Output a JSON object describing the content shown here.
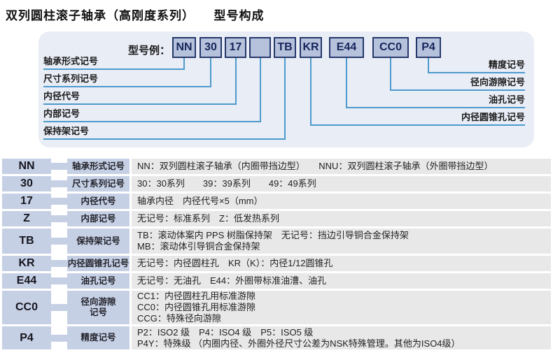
{
  "title": "双列圆柱滚子轴承（高刚度系列）　　型号构成",
  "diagram": {
    "example_label": "型号例：",
    "model_boxes": [
      "NN",
      "30",
      "17",
      "",
      "TB",
      "KR",
      "E44",
      "CC0",
      "P4"
    ],
    "left_callouts": [
      "轴承形式记号",
      "尺寸系列记号",
      "内径代号",
      "内部记号",
      "保持架记号"
    ],
    "right_callouts": [
      "精度记号",
      "径向游隙记号",
      "油孔记号",
      "内径圆锥孔记号"
    ]
  },
  "table": {
    "rows": [
      {
        "code": "NN",
        "label": "轴承形式记号",
        "desc": [
          "NN：双列圆柱滚子轴承（内圈带挡边型）　　NNU：双列圆柱滚子轴承（外圈带挡边型）"
        ]
      },
      {
        "code": "30",
        "label": "尺寸系列记号",
        "desc": [
          "30：30系列　　39：39系列　　49：49系列"
        ]
      },
      {
        "code": "17",
        "label": "内径代号",
        "desc": [
          "轴承内径　内径代号×5（mm）"
        ]
      },
      {
        "code": "Z",
        "label": "内部记号",
        "desc": [
          "无记号：标准系列　Z：低发热系列"
        ]
      },
      {
        "code": "TB",
        "label": "保持架记号",
        "desc": [
          "TB：滚动体案内 PPS 树脂保持架　无记号：挡边引导铜合金保持架",
          "MB：滚动体引导铜合金保持架"
        ]
      },
      {
        "code": "KR",
        "label": "内径圆锥孔记号",
        "desc": [
          "无记号：内径圆柱孔　KR（K）：内径1/12圆锥孔"
        ]
      },
      {
        "code": "E44",
        "label": "油孔记号",
        "desc": [
          "无记号：无油孔　E44：外圈带标准油漕、油孔"
        ]
      },
      {
        "code": "CC0",
        "label": "径向游隙\n记号",
        "desc": [
          "CC1：内径圆柱孔用标准游隙",
          "CC0：内径圆锥孔用标准游隙",
          "CCG：特殊径向游隙"
        ]
      },
      {
        "code": "P4",
        "label": "精度记号",
        "desc": [
          "P2：ISO2 级　P4：ISO4 级　P5：ISO5 级",
          "P4Y：特殊级 （内圈内径、外圈外径尺寸公差为NSK特殊管理。其他为ISO4级）"
        ]
      }
    ]
  },
  "colors": {
    "panel": "#e9edf6",
    "boxfill": "#b6c2dc",
    "boxborder": "#25386b",
    "boxtext": "#16255b",
    "line": "#4d9ace",
    "cellblue": "#c6d0e5",
    "descgray": "#e8e8e8"
  }
}
